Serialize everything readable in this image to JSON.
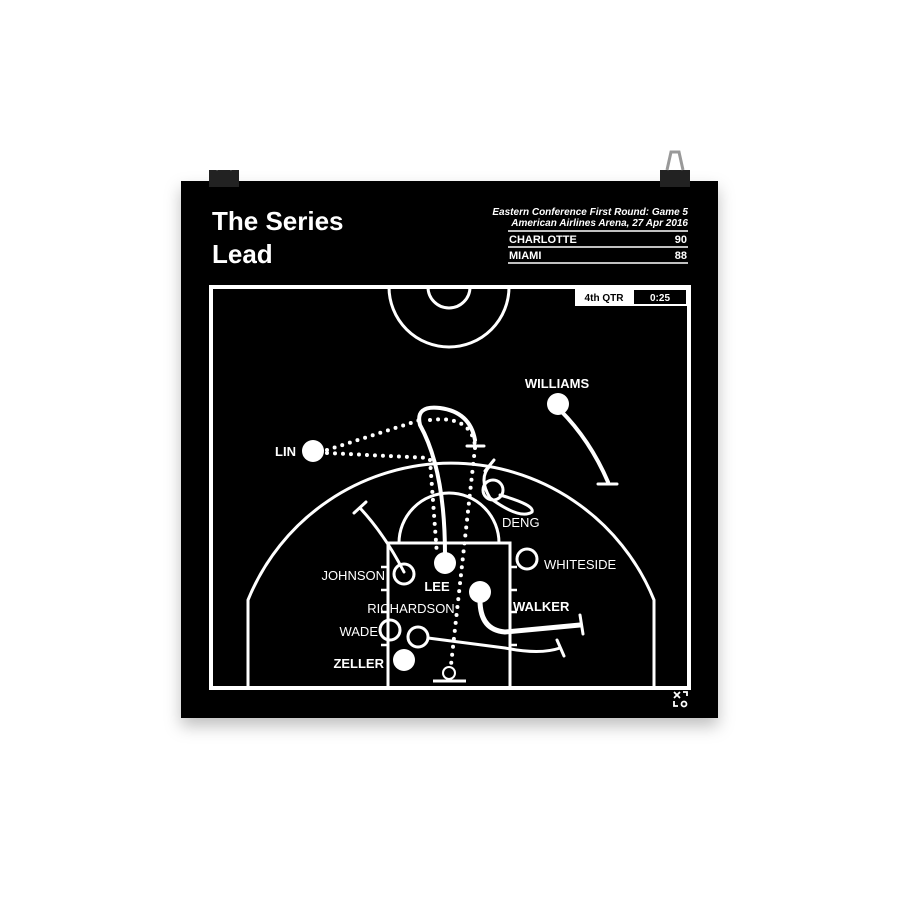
{
  "poster": {
    "title_line1": "The Series",
    "title_line2": "Lead",
    "game": "Eastern Conference First Round: Game 5",
    "venue_date": "American Airlines Arena, 27 Apr 2016",
    "scores": [
      {
        "team": "CHARLOTTE",
        "score": "90"
      },
      {
        "team": "MIAMI",
        "score": "88"
      }
    ],
    "quarter": "4th QTR",
    "clock": "0:25",
    "logo_icon": "xo-logo-icon"
  },
  "players": {
    "offense": [
      "LIN",
      "WILLIAMS",
      "LEE",
      "WALKER",
      "ZELLER"
    ],
    "defense": [
      "JOHNSON",
      "DENG",
      "WHITESIDE",
      "RICHARDSON",
      "WADE"
    ]
  },
  "colors": {
    "background": "#000000",
    "lines": "#ffffff",
    "page": "#ffffff"
  }
}
